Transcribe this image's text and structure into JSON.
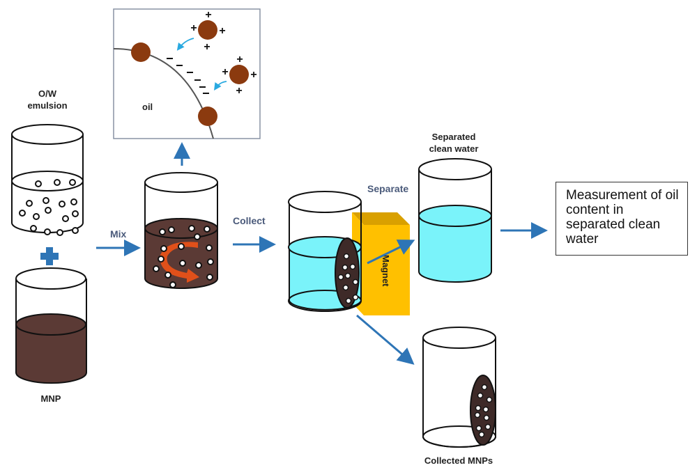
{
  "labels": {
    "ow_emulsion_line1": "O/W",
    "ow_emulsion_line2": "emulsion",
    "mnp": "MNP",
    "oil": "oil",
    "separated_line1": "Separated",
    "separated_line2": "clean water",
    "collected_mnps": "Collected MNPs",
    "magnet": "Magnet"
  },
  "steps": {
    "mix": "Mix",
    "collect": "Collect",
    "separate": "Separate"
  },
  "result": {
    "text": "Measurement of oil content in separated clean water"
  },
  "charges": {
    "positive": "+",
    "negative": "−"
  },
  "colors": {
    "arrow": "#2e75b6",
    "mnp_brown": "#5b3a35",
    "particle": "#8b3a0f",
    "water": "#7af3fa",
    "magnet": "#ffc000",
    "magnet_top": "#d9a000",
    "swirl": "#e0501a",
    "attract_arrow": "#29a9e0"
  }
}
